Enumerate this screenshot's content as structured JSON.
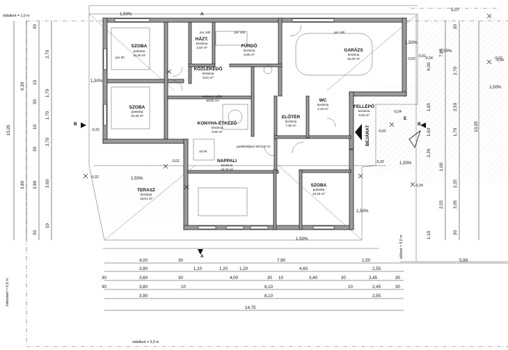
{
  "rooms": {
    "szoba1": {
      "name": "SZOBA",
      "floor": "parketta",
      "area": "10,36 m²"
    },
    "hazt": {
      "name": "HÁZT.",
      "floor": "kerámia",
      "area": "2,50 m²"
    },
    "furdo": {
      "name": "FÜRDŐ",
      "floor": "kerámia",
      "area": "5,85 m²"
    },
    "kozlek": {
      "name": "KÖZLEKEDŐ",
      "floor": "kerámia",
      "area": "5,61 m²"
    },
    "garazs": {
      "name": "GARÁZS",
      "floor": "kerámia",
      "area": "18,40 m²"
    },
    "szoba2": {
      "name": "SZOBA",
      "floor": "parketta",
      "area": "10,36 m²"
    },
    "wc": {
      "name": "WC",
      "floor": "kerámia",
      "area": "2,19 m²"
    },
    "konyha": {
      "name": "KONYHA-ÉTKEZŐ",
      "floor": "kerámia",
      "area": "8,60 m²"
    },
    "eloter": {
      "name": "ELŐTÉR",
      "floor": "kerámia",
      "area": "7,30 m²"
    },
    "fellepo": {
      "name": "FELLÉPŐ",
      "floor": "kerámia",
      "area": "3,53 m²"
    },
    "nappali": {
      "name": "NAPPALI",
      "floor": "kerámia",
      "area": "18,20 m²"
    },
    "szoba3": {
      "name": "SZOBA",
      "floor": "parketta",
      "area": "10,26 m²"
    },
    "terasz": {
      "name": "TERASZ",
      "floor": "kerámia",
      "area": "19,61 m²"
    }
  },
  "labels": {
    "oldalkert_top": "oldalkert = 1,0 m",
    "oldalkert_bottom": "oldalkert = 3,0 m",
    "hatsokert": "hátsókert = 6,0 m",
    "elokert": "előkert = 5,0 m",
    "bejarat": "BEJÁRAT",
    "pillar": "vasbeton pillér",
    "pillar_size": "30/30 cm",
    "attic": "padlásfeljáró 60/110 cm",
    "pm180": "pm 180",
    "pm90": "pm 90",
    "section_a": "A",
    "section_b": "B",
    "section_e": "E",
    "zero_level": "±0,00"
  },
  "slopes": [
    "1,50%",
    "1,50%",
    "1,50%",
    "1,50%",
    "1,50%",
    "7,50%",
    "1,50%",
    "1,50%",
    "1,50%"
  ],
  "levels": [
    "-0,32",
    "-0,02",
    "-0,32",
    "-0,02",
    "-0,34",
    "-0,34",
    "-0,32",
    "-0,34",
    "-0,34",
    "-0,32",
    "-0,02",
    "-0,02"
  ],
  "dimensions": {
    "row1": [
      "4,00",
      "30",
      "7,90",
      "1,50",
      "5,99"
    ],
    "row2": [
      "3,90",
      "1,10",
      "1,20",
      "1,20",
      "4,60",
      "2,55"
    ],
    "row3": [
      "30",
      "3,60",
      "30",
      "4,00",
      "30",
      "10",
      "3,40",
      "30",
      "2,45",
      "30"
    ],
    "row4": [
      "30",
      "3,80",
      "10",
      "8,10",
      "10",
      "2,45",
      "30"
    ],
    "row5": [
      "3,90",
      "8,10",
      "2,55"
    ],
    "total": "14,75",
    "top_right": "5,07",
    "left_outer": "10,20",
    "left_mid": [
      "6,30",
      "3,80",
      "3,90"
    ],
    "left_inner": [
      "2,70",
      "1,70",
      "1,70",
      "2,70",
      "3,60"
    ],
    "left_inner2": [
      "30",
      "10",
      "30",
      "10",
      "30",
      "10",
      "30"
    ],
    "right_outer": "10,20",
    "right_a": [
      "7,85",
      "1,00",
      "2,55"
    ],
    "right_b": [
      "4,00",
      "1,65",
      "1,60",
      "2,30",
      "1,10"
    ],
    "right_c": [
      "30",
      "2,70",
      "3,50",
      "2,35",
      "1,70",
      "3,05",
      "30"
    ]
  }
}
